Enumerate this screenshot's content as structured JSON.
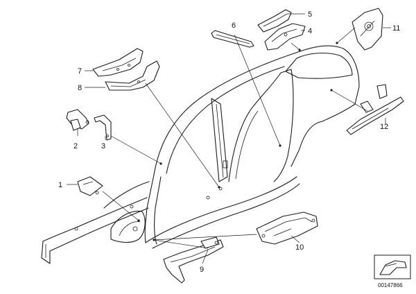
{
  "callouts": {
    "c1": "1",
    "c2": "2",
    "c3": "3",
    "c4": "4",
    "c5": "5",
    "c6": "6",
    "c7": "7",
    "c8": "8",
    "c9": "9",
    "c10": "10",
    "c11": "11",
    "c12": "12"
  },
  "reference_number": "00147866"
}
